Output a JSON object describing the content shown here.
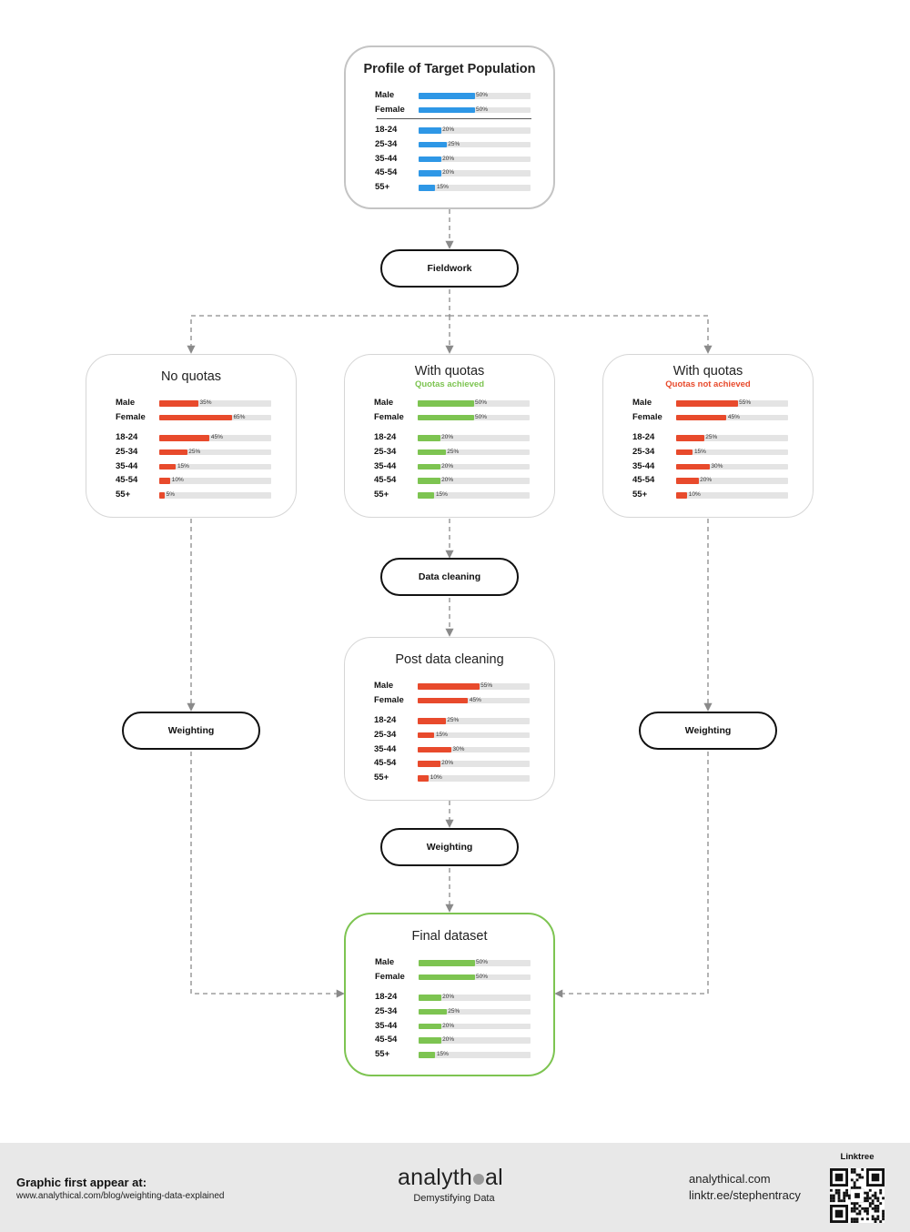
{
  "colors": {
    "blue": "#2e97e6",
    "red": "#e84a2c",
    "green": "#7dc451",
    "connector": "#8a8a8a"
  },
  "cards": [
    {
      "id": "target-profile",
      "title": "Profile of Target Population",
      "subtitle": "",
      "bar_color": "blue",
      "style": "main",
      "gender": [
        {
          "label": "Male",
          "value": 50,
          "value_label": "50%"
        },
        {
          "label": "Female",
          "value": 50,
          "value_label": "50%"
        }
      ],
      "age": [
        {
          "label": "18-24",
          "value": 20,
          "value_label": "20%"
        },
        {
          "label": "25-34",
          "value": 25,
          "value_label": "25%"
        },
        {
          "label": "35-44",
          "value": 20,
          "value_label": "20%"
        },
        {
          "label": "45-54",
          "value": 20,
          "value_label": "20%"
        },
        {
          "label": "55+",
          "value": 15,
          "value_label": "15%"
        }
      ]
    },
    {
      "id": "no-quotas",
      "title": "No quotas",
      "subtitle": "",
      "bar_color": "red",
      "style": "plain",
      "gender": [
        {
          "label": "Male",
          "value": 35,
          "value_label": "35%"
        },
        {
          "label": "Female",
          "value": 65,
          "value_label": "65%"
        }
      ],
      "age": [
        {
          "label": "18-24",
          "value": 45,
          "value_label": "45%"
        },
        {
          "label": "25-34",
          "value": 25,
          "value_label": "25%"
        },
        {
          "label": "35-44",
          "value": 15,
          "value_label": "15%"
        },
        {
          "label": "45-54",
          "value": 10,
          "value_label": "10%"
        },
        {
          "label": "55+",
          "value": 5,
          "value_label": "5%"
        }
      ]
    },
    {
      "id": "quotas-achieved",
      "title": "With quotas",
      "subtitle": "Quotas achieved",
      "subtitle_color": "green",
      "bar_color": "green",
      "style": "plain",
      "gender": [
        {
          "label": "Male",
          "value": 50,
          "value_label": "50%"
        },
        {
          "label": "Female",
          "value": 50,
          "value_label": "50%"
        }
      ],
      "age": [
        {
          "label": "18-24",
          "value": 20,
          "value_label": "20%"
        },
        {
          "label": "25-34",
          "value": 25,
          "value_label": "25%"
        },
        {
          "label": "35-44",
          "value": 20,
          "value_label": "20%"
        },
        {
          "label": "45-54",
          "value": 20,
          "value_label": "20%"
        },
        {
          "label": "55+",
          "value": 15,
          "value_label": "15%"
        }
      ]
    },
    {
      "id": "quotas-not-achieved",
      "title": "With quotas",
      "subtitle": "Quotas not achieved",
      "subtitle_color": "red",
      "bar_color": "red",
      "style": "plain",
      "gender": [
        {
          "label": "Male",
          "value": 55,
          "value_label": "55%"
        },
        {
          "label": "Female",
          "value": 45,
          "value_label": "45%"
        }
      ],
      "age": [
        {
          "label": "18-24",
          "value": 25,
          "value_label": "25%"
        },
        {
          "label": "25-34",
          "value": 15,
          "value_label": "15%"
        },
        {
          "label": "35-44",
          "value": 30,
          "value_label": "30%"
        },
        {
          "label": "45-54",
          "value": 20,
          "value_label": "20%"
        },
        {
          "label": "55+",
          "value": 10,
          "value_label": "10%"
        }
      ]
    },
    {
      "id": "post-cleaning",
      "title": "Post data cleaning",
      "subtitle": "",
      "bar_color": "red",
      "style": "plain",
      "gender": [
        {
          "label": "Male",
          "value": 55,
          "value_label": "55%"
        },
        {
          "label": "Female",
          "value": 45,
          "value_label": "45%"
        }
      ],
      "age": [
        {
          "label": "18-24",
          "value": 25,
          "value_label": "25%"
        },
        {
          "label": "25-34",
          "value": 15,
          "value_label": "15%"
        },
        {
          "label": "35-44",
          "value": 30,
          "value_label": "30%"
        },
        {
          "label": "45-54",
          "value": 20,
          "value_label": "20%"
        },
        {
          "label": "55+",
          "value": 10,
          "value_label": "10%"
        }
      ]
    },
    {
      "id": "final-dataset",
      "title": "Final dataset",
      "subtitle": "",
      "bar_color": "green",
      "style": "final",
      "gender": [
        {
          "label": "Male",
          "value": 50,
          "value_label": "50%"
        },
        {
          "label": "Female",
          "value": 50,
          "value_label": "50%"
        }
      ],
      "age": [
        {
          "label": "18-24",
          "value": 20,
          "value_label": "20%"
        },
        {
          "label": "25-34",
          "value": 25,
          "value_label": "25%"
        },
        {
          "label": "35-44",
          "value": 20,
          "value_label": "20%"
        },
        {
          "label": "45-54",
          "value": 20,
          "value_label": "20%"
        },
        {
          "label": "55+",
          "value": 15,
          "value_label": "15%"
        }
      ]
    }
  ],
  "steps": [
    {
      "id": "fieldwork",
      "label": "Fieldwork"
    },
    {
      "id": "data-cleaning",
      "label": "Data cleaning"
    },
    {
      "id": "weighting-left",
      "label": "Weighting"
    },
    {
      "id": "weighting-center",
      "label": "Weighting"
    },
    {
      "id": "weighting-right",
      "label": "Weighting"
    }
  ],
  "footer": {
    "source_title": "Graphic first appear at:",
    "source_url": "www.analythical.com/blog/weighting-data-explained",
    "brand_before": "analyth",
    "brand_after": "al",
    "tagline": "Demystifying Data",
    "site": "analythical.com",
    "linktree_url": "linktr.ee/stephentracy",
    "qr_label": "Linktree"
  }
}
